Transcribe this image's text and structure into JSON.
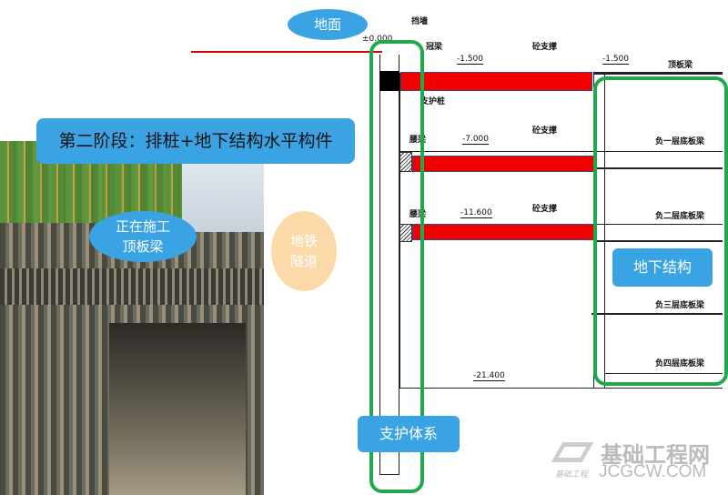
{
  "title": "第二阶段：排桩+地下结构水平构件",
  "callouts": {
    "ground": "地面",
    "roof_beam": "正在施工\n顶板梁",
    "roof_beam_l1": "正在施工",
    "roof_beam_l2": "顶板梁",
    "metro": "地铁隧道",
    "metro_l1": "地铁",
    "metro_l2": "隧道",
    "underground": "地下结构",
    "support": "支护体系"
  },
  "drawing": {
    "retaining_wall": "挡墙",
    "crown_beam": "冠梁",
    "strut": "砼支撑",
    "pile": "支护桩",
    "waist_beam_1": "腰梁",
    "waist_beam_2": "腰梁",
    "roof_beam": "顶板梁",
    "b1": "负一层底板梁",
    "b2": "负二层底板梁",
    "b3": "负三层底板梁",
    "b4": "负四层底板梁",
    "elev_0": "±0.000",
    "elev_1": "-1.500",
    "elev_1b": "-1.500",
    "elev_2": "-7.000",
    "elev_3": "-11.600",
    "elev_4": "-21.400"
  },
  "watermark": {
    "cn": "基础工程网",
    "en": "JCGCW.COM",
    "small": "基础工程"
  },
  "colors": {
    "strut": "#f20000",
    "box": "#1fa84c",
    "bubble": "#3aa3e3"
  }
}
